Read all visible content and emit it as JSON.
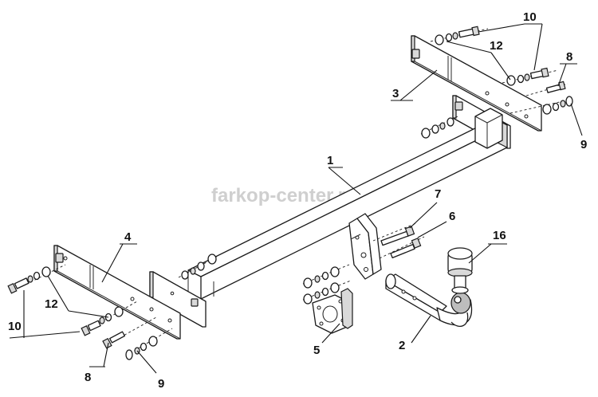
{
  "diagram": {
    "watermark": "farkop-center.ru",
    "callouts": {
      "c1": "1",
      "c2": "2",
      "c3": "3",
      "c4": "4",
      "c5": "5",
      "c6": "6",
      "c7": "7",
      "c8_top": "8",
      "c8_bottom": "8",
      "c9_top": "9",
      "c9_bottom": "9",
      "c10_top": "10",
      "c10_bottom": "10",
      "c12_top": "12",
      "c12_bottom": "12",
      "c16": "16"
    }
  }
}
